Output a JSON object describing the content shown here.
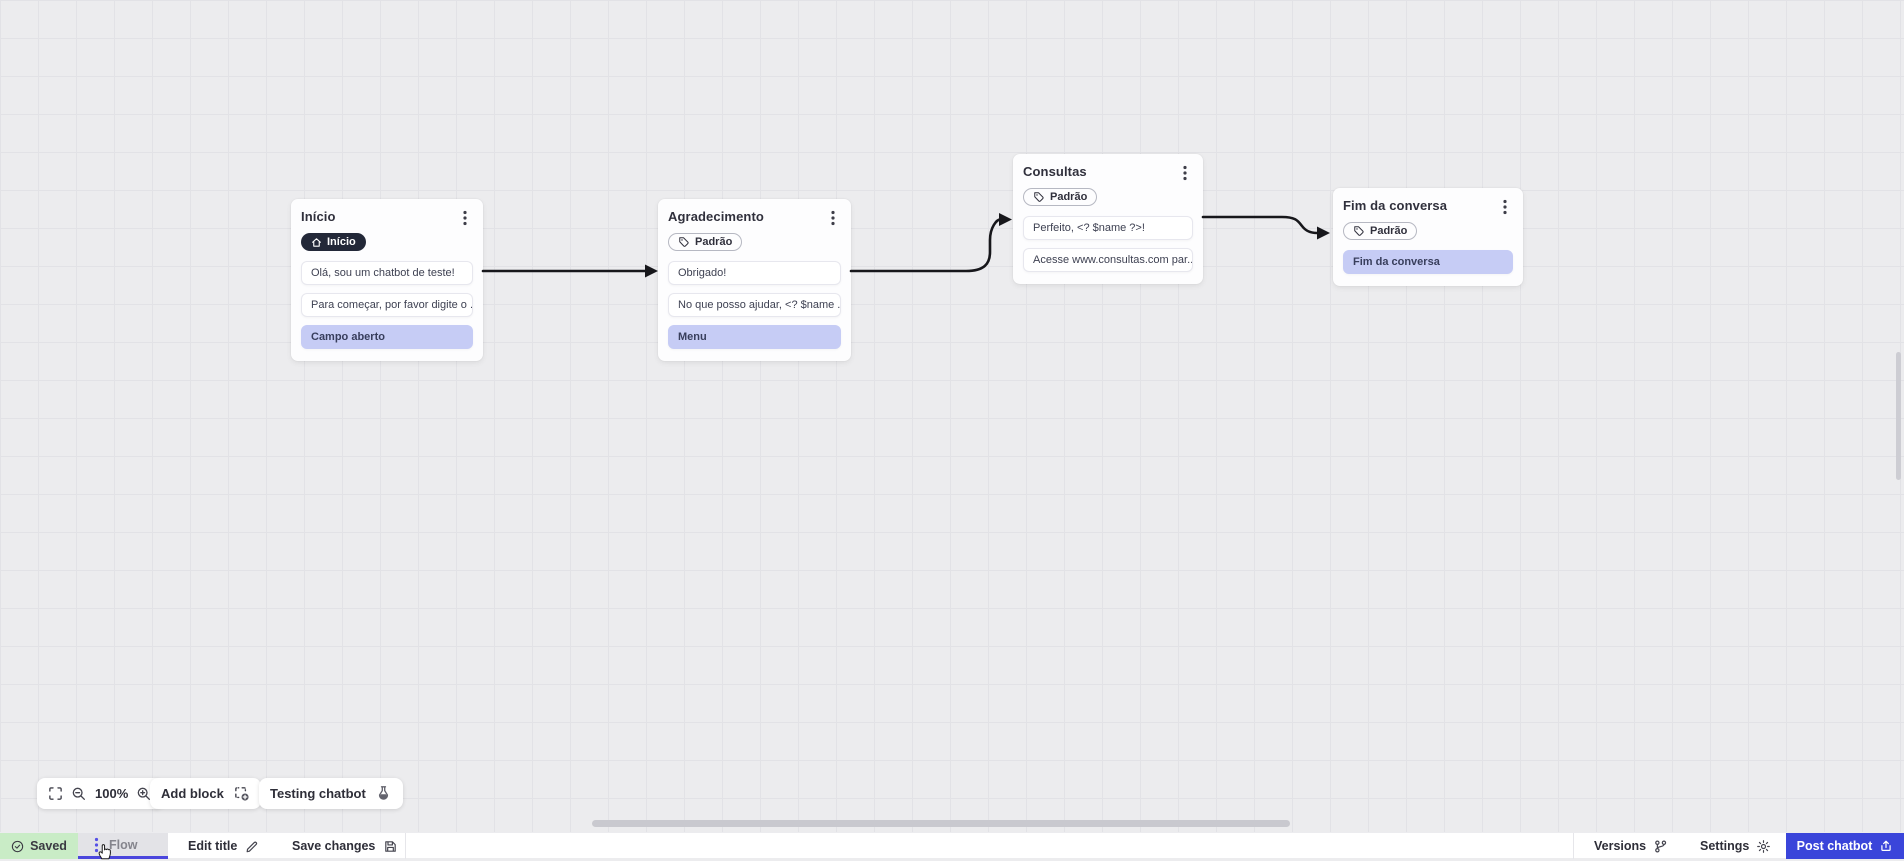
{
  "flow": {
    "blocks": [
      {
        "title": "Início",
        "badge": {
          "label": "Início",
          "icon": "home-icon",
          "variant": "dark"
        },
        "items": [
          {
            "text": "Olá, sou um chatbot de teste!",
            "variant": "default"
          },
          {
            "text": "Para começar, por favor digite o ...",
            "variant": "default"
          },
          {
            "text": "Campo aberto",
            "variant": "highlight"
          }
        ]
      },
      {
        "title": "Agradecimento",
        "badge": {
          "label": "Padrão",
          "icon": "tag-icon",
          "variant": "outline"
        },
        "items": [
          {
            "text": "Obrigado!",
            "variant": "default"
          },
          {
            "text": "No que posso ajudar, <? $name ...",
            "variant": "default"
          },
          {
            "text": "Menu",
            "variant": "highlight"
          }
        ]
      },
      {
        "title": "Consultas",
        "badge": {
          "label": "Padrão",
          "icon": "tag-icon",
          "variant": "outline"
        },
        "items": [
          {
            "text": "Perfeito, <? $name ?>!",
            "variant": "default"
          },
          {
            "text": "Acesse www.consultas.com par...",
            "variant": "default"
          }
        ]
      },
      {
        "title": "Fim da conversa",
        "badge": {
          "label": "Padrão",
          "icon": "tag-icon",
          "variant": "outline"
        },
        "items": [
          {
            "text": "Fim da conversa",
            "variant": "highlight"
          }
        ]
      }
    ],
    "connections": [
      {
        "from": "Início",
        "to": "Agradecimento"
      },
      {
        "from": "Agradecimento",
        "to": "Consultas"
      },
      {
        "from": "Consultas",
        "to": "Fim da conversa"
      }
    ]
  },
  "toolbar": {
    "zoom_level": "100%",
    "add_block": "Add block",
    "testing_chatbot": "Testing chatbot"
  },
  "statusbar": {
    "saved": "Saved",
    "flow_tab": "Flow",
    "edit_title": "Edit title",
    "save_changes": "Save changes",
    "versions": "Versions",
    "settings": "Settings",
    "post_chatbot": "Post chatbot"
  },
  "colors": {
    "accent": "#4b46dd",
    "post_button": "#3a45da",
    "saved_bg": "#c9ecc6",
    "highlight_item": "#c6ccf5",
    "badge_dark": "#232838",
    "connector": "#17171b",
    "canvas_bg": "#ececee"
  }
}
